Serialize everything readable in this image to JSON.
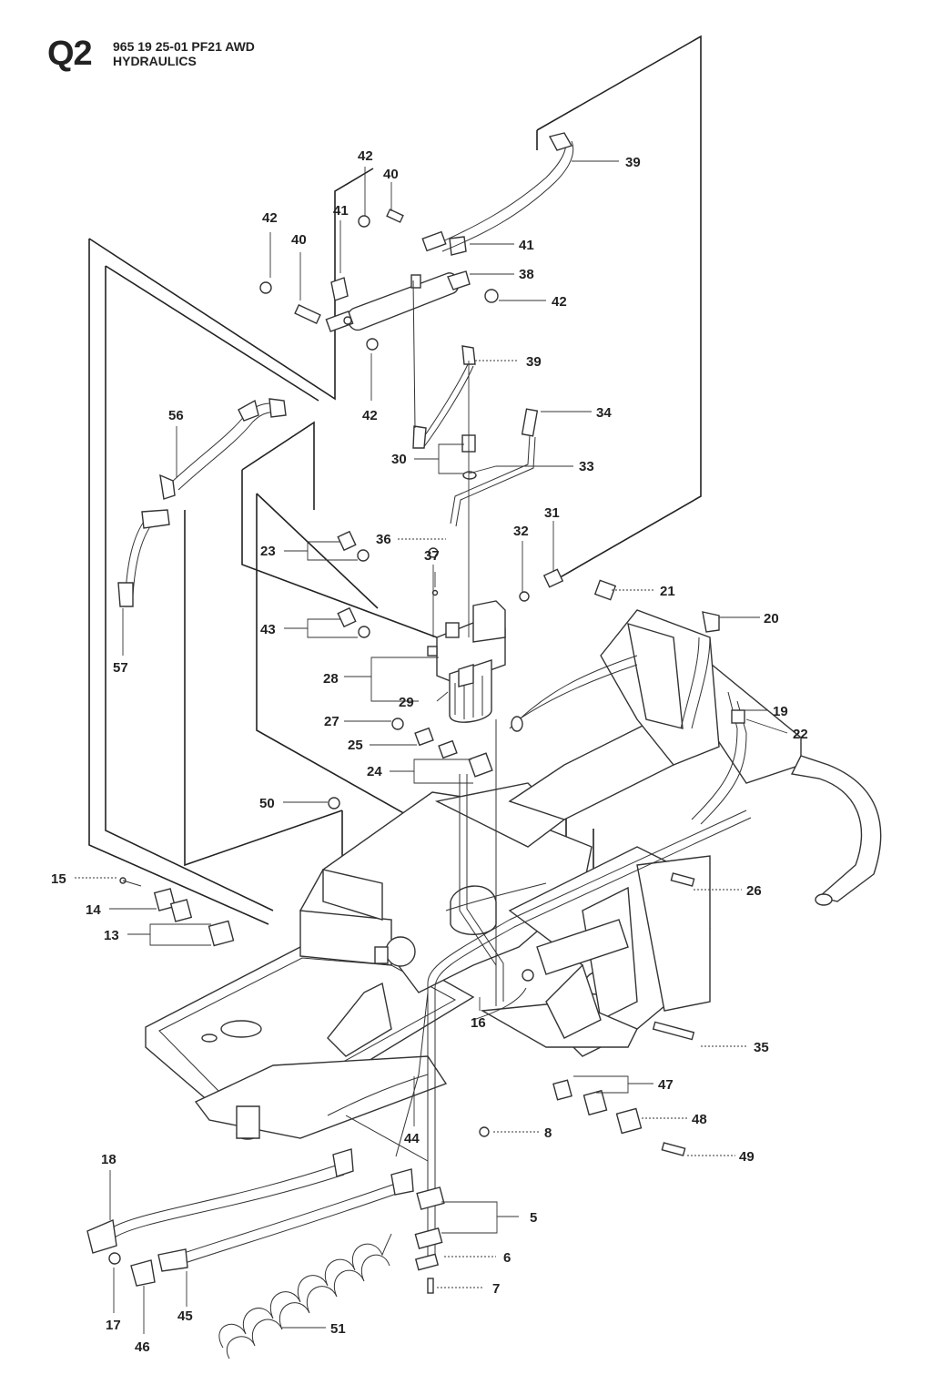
{
  "header": {
    "section_code": "Q2",
    "model_line": "965 19 25-01 PF21 AWD",
    "assembly_title": "HYDRAULICS"
  },
  "callouts": [
    "42",
    "40",
    "41",
    "39",
    "41",
    "38",
    "42",
    "42",
    "40",
    "42",
    "39",
    "34",
    "30",
    "33",
    "56",
    "36",
    "37",
    "23",
    "31",
    "32",
    "21",
    "20",
    "43",
    "28",
    "29",
    "19",
    "22",
    "27",
    "25",
    "24",
    "50",
    "26",
    "15",
    "14",
    "13",
    "16",
    "35",
    "47",
    "48",
    "8",
    "49",
    "44",
    "18",
    "5",
    "6",
    "7",
    "17",
    "46",
    "45",
    "51",
    "57"
  ]
}
